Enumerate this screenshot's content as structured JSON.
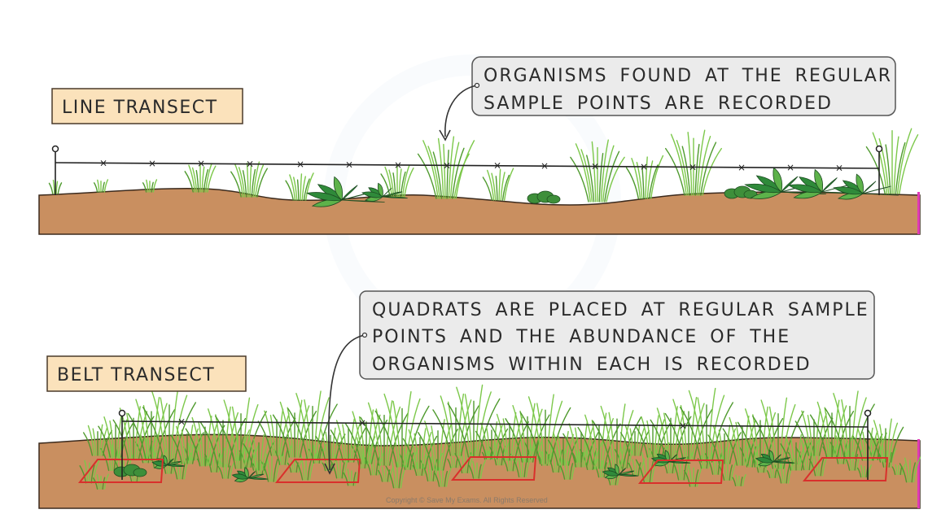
{
  "line_section": {
    "label": "LINE TRANSECT",
    "callout": {
      "lines": [
        "ORGANISMS FOUND AT THE REGULAR",
        "SAMPLE POINTS ARE RECORDED"
      ]
    }
  },
  "belt_section": {
    "label": "BELT TRANSECT",
    "callout": {
      "lines": [
        "QUADRATS ARE PLACED AT REGULAR SAMPLE",
        "POINTS AND THE ABUNDANCE OF THE",
        "ORGANISMS WITHIN EACH IS RECORDED"
      ]
    }
  },
  "copyright": "Copyright © Save My Exams. All Rights Reserved",
  "colors": {
    "soil": "#c98f60",
    "soil_edge": "#3b2a1d",
    "grass": "#7cc84a",
    "grass_dark": "#4f9a2e",
    "leaf": "#2f8a3a",
    "leaf_light": "#5db24a",
    "label_fill": "#fbe2bb",
    "callout_fill": "#ebebeb",
    "quadrat": "#d9302c",
    "edge_accent": "#e03ab6"
  }
}
